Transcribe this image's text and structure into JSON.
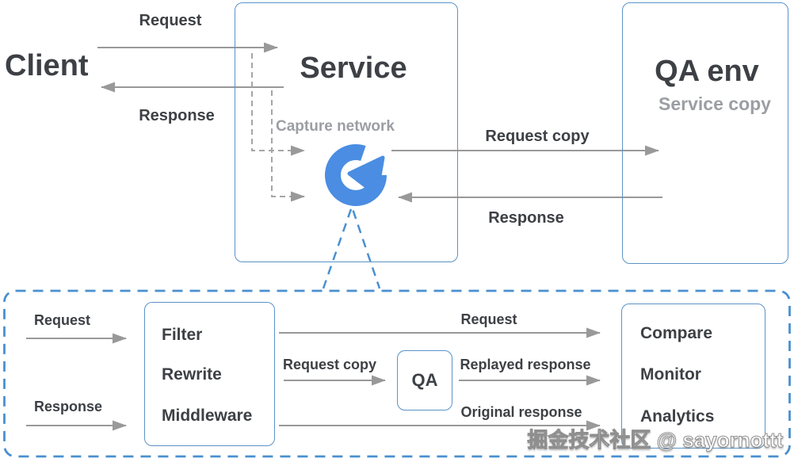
{
  "colors": {
    "box_border_blue": "#5b93c8",
    "dashed_blue": "#4a90d0",
    "logo_blue": "#4a8de2",
    "arrow_gray": "#999999",
    "text_dark": "#3d4045",
    "text_muted": "#9b9ea3"
  },
  "top_flow": {
    "client_label": "Client",
    "request_label": "Request",
    "response_label": "Response",
    "service_box": {
      "title": "Service",
      "capture_label": "Capture network",
      "logo_icon": "goreplay-circular-arrow"
    },
    "qa_env_box": {
      "title": "QA env",
      "subtitle": "Service copy"
    },
    "request_copy_label": "Request copy",
    "qa_response_label": "Response"
  },
  "detail_flow": {
    "request_label": "Request",
    "response_label": "Response",
    "processor_box": {
      "items": [
        "Filter",
        "Rewrite",
        "Middleware"
      ]
    },
    "forward_request_label": "Request",
    "request_copy_label": "Request copy",
    "qa_box_label": "QA",
    "replayed_response_label": "Replayed response",
    "original_response_label": "Original response",
    "analysis_box": {
      "items": [
        "Compare",
        "Monitor",
        "Analytics"
      ]
    }
  },
  "watermark_text": "掘金技术社区 @ sayornottt"
}
